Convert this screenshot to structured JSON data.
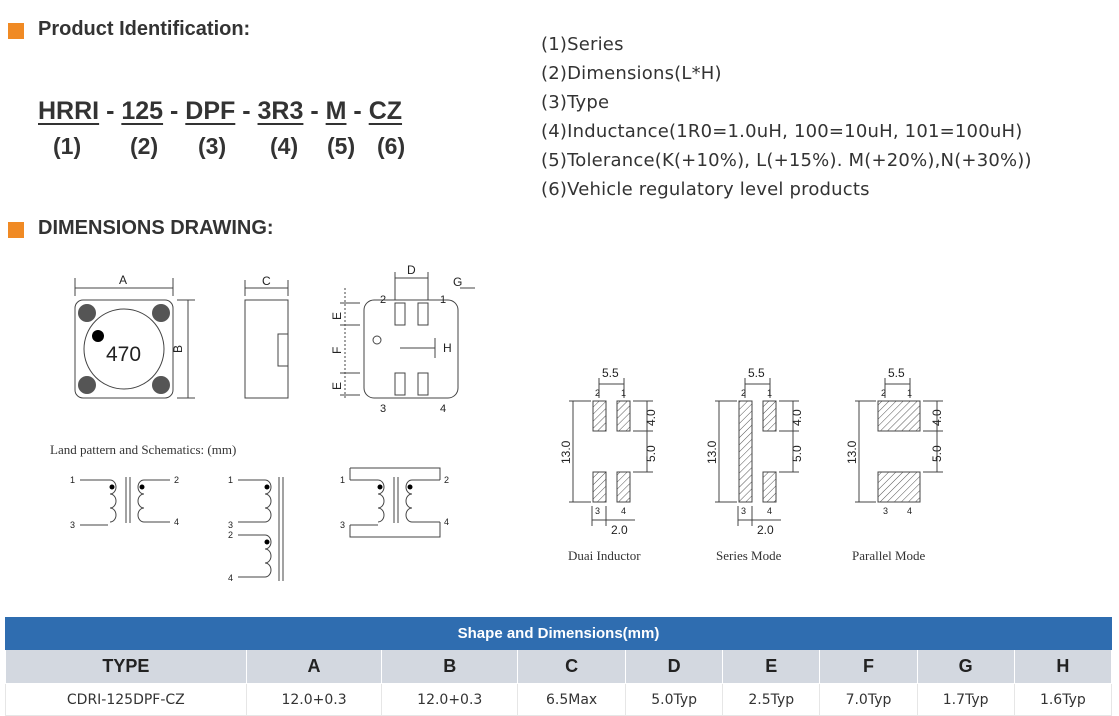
{
  "sections": {
    "product_id_title": "Product Identification:",
    "dimensions_title": "DIMENSIONS DRAWING:"
  },
  "part_code": {
    "parts": [
      "HRRI",
      "125",
      "DPF",
      "3R3",
      "M",
      "CZ"
    ],
    "separator": "-",
    "indices": [
      "(1)",
      "(2)",
      "(3)",
      "(4)",
      "(5)",
      "(6)"
    ]
  },
  "legend": [
    "(1)Series",
    "(2)Dimensions(L*H)",
    "(3)Type",
    "(4)Inductance(1R0=1.0uH, 100=10uH, 101=100uH)",
    "(5)Tolerance(K(+10%), L(+15%). M(+20%),N(+30%))",
    "(6)Vehicle regulatory level products"
  ],
  "drawing": {
    "label_A": "A",
    "label_B": "B",
    "label_C": "C",
    "label_D": "D",
    "label_E": "E",
    "label_F": "F",
    "label_G": "G",
    "label_H": "H",
    "marking": "470",
    "pin_1": "1",
    "pin_2": "2",
    "pin_3": "3",
    "pin_4": "4"
  },
  "land_pattern_caption": "Land pattern and Schematics: (mm)",
  "pads": {
    "width": "5.5",
    "height": "13.0",
    "pad_h": "4.0",
    "gap": "5.0",
    "spacing": "2.0",
    "captions": [
      "Duai Inductor",
      "Series Mode",
      "Parallel Mode"
    ]
  },
  "table": {
    "title": "Shape and Dimensions(mm)",
    "headers": [
      "TYPE",
      "A",
      "B",
      "C",
      "D",
      "E",
      "F",
      "G",
      "H"
    ],
    "row": [
      "CDRI-125DPF-CZ",
      "12.0+0.3",
      "12.0+0.3",
      "6.5Max",
      "5.0Typ",
      "2.5Typ",
      "7.0Typ",
      "1.7Typ",
      "1.6Typ"
    ]
  },
  "colors": {
    "accent": "#f08a24",
    "table_header": "#2f6db0",
    "column_header": "#d3d8e0"
  }
}
